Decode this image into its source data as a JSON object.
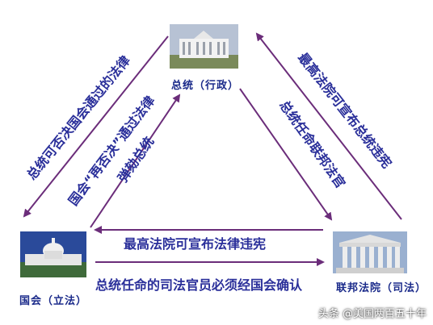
{
  "nodes": {
    "president": "总统（行政）",
    "congress": "国会（立法）",
    "court": "联邦法院（司法）"
  },
  "edges": {
    "president_veto": "总统可否决国会通过的法律",
    "congress_override": "国会“再否决”通过法律",
    "congress_impeach": "弹劾总统",
    "president_appoint_judges": "总统任命联邦法官",
    "court_unconstitutional_acts": "最高法院可宣布总统违宪",
    "court_unconstitutional_laws": "最高法院可宣布法律违宪",
    "senate_confirm_judges": "总统任命的司法官员必须经国会确认"
  },
  "watermark": "头条 @美国两百五十年",
  "colors": {
    "arrow": "#6b2d7a",
    "text": "#2a2f9a",
    "node_text": "#1a2a8a"
  }
}
